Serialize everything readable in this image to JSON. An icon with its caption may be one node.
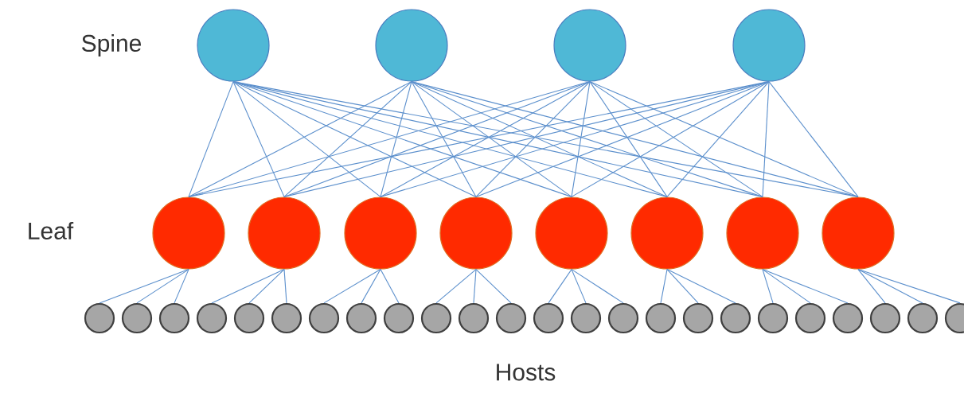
{
  "diagram": {
    "nodes": [
      {
        "text": [],
        "shape": "circle"
      },
      {
        "text": [],
        "shape": "circle"
      },
      {
        "text": [],
        "shape": "circle"
      },
      {
        "text": [],
        "shape": "circle"
      },
      {
        "text": [],
        "shape": "circle"
      },
      {
        "text": [],
        "shape": "circle"
      },
      {
        "text": [],
        "shape": "circle"
      },
      {
        "text": [],
        "shape": "circle"
      },
      {
        "text": [],
        "shape": "circle"
      },
      {
        "text": [],
        "shape": "circle"
      },
      {
        "text": [],
        "shape": "circle"
      },
      {
        "text": [],
        "shape": "circle"
      },
      {
        "text": [],
        "shape": "circle"
      },
      {
        "text": [],
        "shape": "circle"
      },
      {
        "text": [],
        "shape": "circle"
      },
      {
        "text": [],
        "shape": "circle"
      },
      {
        "text": [],
        "shape": "circle"
      },
      {
        "text": [],
        "shape": "circle"
      },
      {
        "text": [],
        "shape": "circle"
      },
      {
        "text": [],
        "shape": "circle"
      },
      {
        "text": [],
        "shape": "circle"
      },
      {
        "text": [],
        "shape": "circle"
      },
      {
        "text": [],
        "shape": "circle"
      },
      {
        "text": [],
        "shape": "circle"
      },
      {
        "text": [],
        "shape": "circle"
      },
      {
        "text": [],
        "shape": "circle"
      },
      {
        "text": [],
        "shape": "circle"
      },
      {
        "text": [],
        "shape": "circle"
      },
      {
        "text": [],
        "shape": "circle"
      },
      {
        "text": [],
        "shape": "circle"
      },
      {
        "text": [],
        "shape": "circle"
      },
      {
        "text": [],
        "shape": "circle"
      },
      {
        "text": [],
        "shape": "circle"
      },
      {
        "text": [],
        "shape": "circle"
      },
      {
        "text": [],
        "shape": "circle"
      },
      {
        "text": [],
        "shape": "circle"
      }
    ],
    "edges": [
      {
        "from": 0,
        "to": 4,
        "arrow": "none"
      },
      {
        "from": 0,
        "to": 5,
        "arrow": "none"
      },
      {
        "from": 0,
        "to": 6,
        "arrow": "none"
      },
      {
        "from": 0,
        "to": 7,
        "arrow": "none"
      },
      {
        "from": 0,
        "to": 8,
        "arrow": "none"
      },
      {
        "from": 0,
        "to": 9,
        "arrow": "none"
      },
      {
        "from": 0,
        "to": 10,
        "arrow": "none"
      },
      {
        "from": 0,
        "to": 11,
        "arrow": "none"
      },
      {
        "from": 1,
        "to": 4,
        "arrow": "none"
      },
      {
        "from": 1,
        "to": 5,
        "arrow": "none"
      },
      {
        "from": 1,
        "to": 6,
        "arrow": "none"
      },
      {
        "from": 1,
        "to": 7,
        "arrow": "none"
      },
      {
        "from": 1,
        "to": 8,
        "arrow": "none"
      },
      {
        "from": 1,
        "to": 9,
        "arrow": "none"
      },
      {
        "from": 1,
        "to": 10,
        "arrow": "none"
      },
      {
        "from": 1,
        "to": 11,
        "arrow": "none"
      },
      {
        "from": 2,
        "to": 4,
        "arrow": "none"
      },
      {
        "from": 2,
        "to": 5,
        "arrow": "none"
      },
      {
        "from": 2,
        "to": 6,
        "arrow": "none"
      },
      {
        "from": 2,
        "to": 7,
        "arrow": "none"
      },
      {
        "from": 2,
        "to": 8,
        "arrow": "none"
      },
      {
        "from": 2,
        "to": 9,
        "arrow": "none"
      },
      {
        "from": 2,
        "to": 10,
        "arrow": "none"
      },
      {
        "from": 2,
        "to": 11,
        "arrow": "none"
      },
      {
        "from": 3,
        "to": 4,
        "arrow": "none"
      },
      {
        "from": 3,
        "to": 5,
        "arrow": "none"
      },
      {
        "from": 3,
        "to": 6,
        "arrow": "none"
      },
      {
        "from": 3,
        "to": 7,
        "arrow": "none"
      },
      {
        "from": 3,
        "to": 8,
        "arrow": "none"
      },
      {
        "from": 3,
        "to": 9,
        "arrow": "none"
      },
      {
        "from": 3,
        "to": 10,
        "arrow": "none"
      },
      {
        "from": 3,
        "to": 11,
        "arrow": "none"
      },
      {
        "from": 4,
        "to": 12,
        "arrow": "none"
      },
      {
        "from": 4,
        "to": 13,
        "arrow": "none"
      },
      {
        "from": 4,
        "to": 14,
        "arrow": "none"
      },
      {
        "from": 5,
        "to": 15,
        "arrow": "none"
      },
      {
        "from": 5,
        "to": 16,
        "arrow": "none"
      },
      {
        "from": 5,
        "to": 17,
        "arrow": "none"
      },
      {
        "from": 6,
        "to": 18,
        "arrow": "none"
      },
      {
        "from": 6,
        "to": 19,
        "arrow": "none"
      },
      {
        "from": 6,
        "to": 20,
        "arrow": "none"
      },
      {
        "from": 7,
        "to": 21,
        "arrow": "none"
      },
      {
        "from": 7,
        "to": 22,
        "arrow": "none"
      },
      {
        "from": 7,
        "to": 23,
        "arrow": "none"
      },
      {
        "from": 8,
        "to": 24,
        "arrow": "none"
      },
      {
        "from": 8,
        "to": 25,
        "arrow": "none"
      },
      {
        "from": 8,
        "to": 26,
        "arrow": "none"
      },
      {
        "from": 9,
        "to": 27,
        "arrow": "none"
      },
      {
        "from": 9,
        "to": 28,
        "arrow": "none"
      },
      {
        "from": 9,
        "to": 29,
        "arrow": "none"
      },
      {
        "from": 10,
        "to": 30,
        "arrow": "none"
      },
      {
        "from": 10,
        "to": 31,
        "arrow": "none"
      },
      {
        "from": 10,
        "to": 32,
        "arrow": "none"
      },
      {
        "from": 11,
        "to": 33,
        "arrow": "none"
      },
      {
        "from": 11,
        "to": 34,
        "arrow": "none"
      },
      {
        "from": 11,
        "to": 35,
        "arrow": "none"
      }
    ],
    "labels": [
      "Spine",
      "Leaf",
      "Hosts"
    ]
  }
}
